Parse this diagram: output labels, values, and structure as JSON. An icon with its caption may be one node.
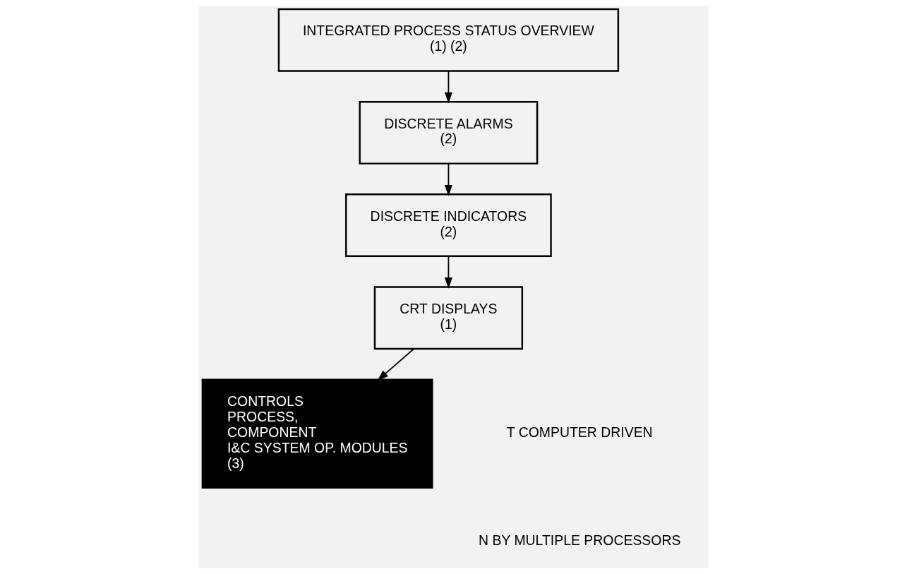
{
  "diagram": {
    "nodes": [
      {
        "text": [
          "INTEGRATED PROCESS STATUS OVERVIEW",
          "(1) (2)"
        ]
      },
      {
        "text": [
          "DISCRETE ALARMS",
          "(2)"
        ]
      },
      {
        "text": [
          "DISCRETE INDICATORS",
          "(2)"
        ]
      },
      {
        "text": [
          "CRT DISPLAYS",
          "(1)"
        ]
      },
      {
        "text": [
          "CONTROLS",
          "PROCESS,",
          "COMPONENT",
          "I&C SYSTEM OP. MODULES",
          "(3)"
        ]
      }
    ],
    "edges": [
      {
        "from": 0,
        "to": 1,
        "arrow": "to"
      },
      {
        "from": 1,
        "to": 2,
        "arrow": "to"
      },
      {
        "from": 2,
        "to": 3,
        "arrow": "to"
      },
      {
        "from": 3,
        "to": 4,
        "arrow": "to"
      }
    ],
    "labels": [
      "T COMPUTER DRIVEN",
      "N BY MULTIPLE PROCESSORS"
    ]
  }
}
